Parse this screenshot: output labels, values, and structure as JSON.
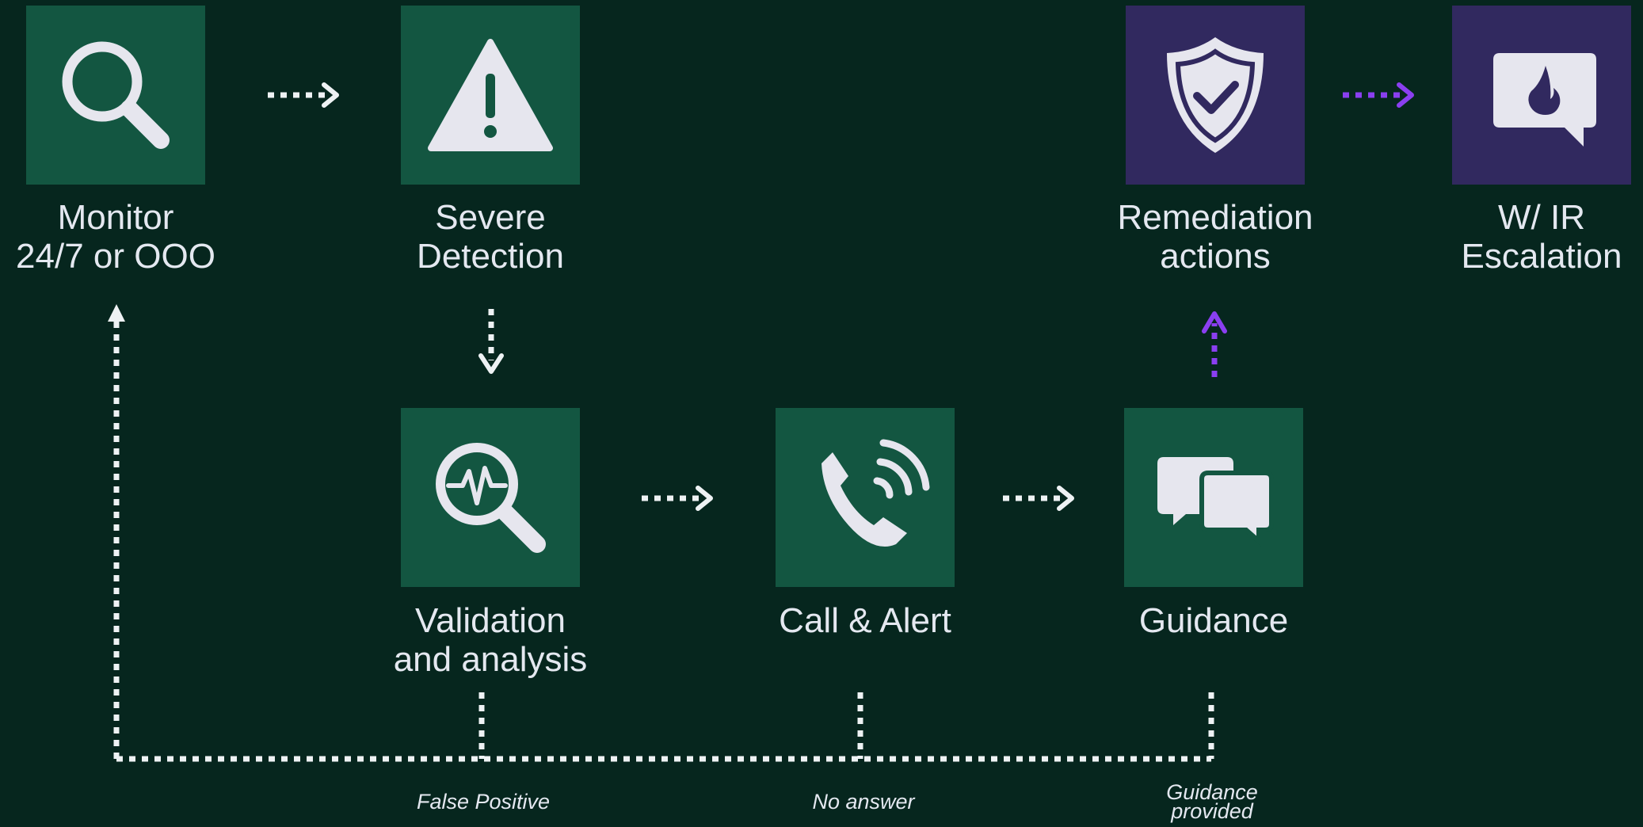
{
  "colors": {
    "background": "#06261e",
    "green_tile": "#135641",
    "purple_tile": "#31295f",
    "connector": "#eef2f4",
    "escalation_connector": "#8a3ff0",
    "icon": "#e6e6ee"
  },
  "nodes": {
    "monitor": {
      "line1": "Monitor",
      "line2": "24/7 or OOO",
      "icon": "search-icon"
    },
    "severe": {
      "line1": "Severe",
      "line2": "Detection",
      "icon": "warning-icon"
    },
    "validation": {
      "line1": "Validation",
      "line2": "and analysis",
      "icon": "pulse-search-icon"
    },
    "call": {
      "line1": "Call & Alert",
      "icon": "phone-ringing-icon"
    },
    "guidance": {
      "line1": "Guidance",
      "icon": "chat-bubbles-icon"
    },
    "remediation": {
      "line1": "Remediation",
      "line2": "actions",
      "icon": "shield-check-icon"
    },
    "escalation": {
      "line1": "W/ IR",
      "line2": "Escalation",
      "icon": "fire-message-icon"
    }
  },
  "notes": {
    "false_positive": "False Positive",
    "no_answer": "No answer",
    "guidance_provided_1": "Guidance",
    "guidance_provided_2": "provided"
  }
}
